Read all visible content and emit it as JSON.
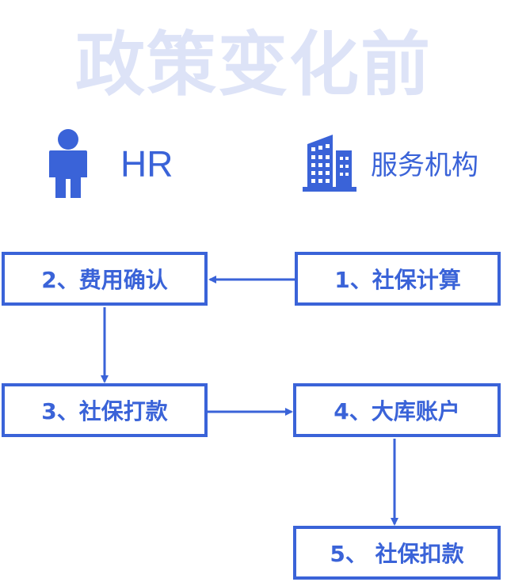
{
  "title": "政策变化前",
  "actors": {
    "hr": {
      "label": "HR",
      "icon": "person-icon"
    },
    "org": {
      "label": "服务机构",
      "icon": "building-icon"
    }
  },
  "steps": [
    {
      "id": "s1",
      "label": "1、社保计算"
    },
    {
      "id": "s2",
      "label": "2、费用确认"
    },
    {
      "id": "s3",
      "label": "3、社保打款"
    },
    {
      "id": "s4",
      "label": "4、大库账户"
    },
    {
      "id": "s5",
      "label": "5、 社保扣款"
    }
  ],
  "colors": {
    "primary": "#3a63d8",
    "title": "#dde3f7"
  }
}
